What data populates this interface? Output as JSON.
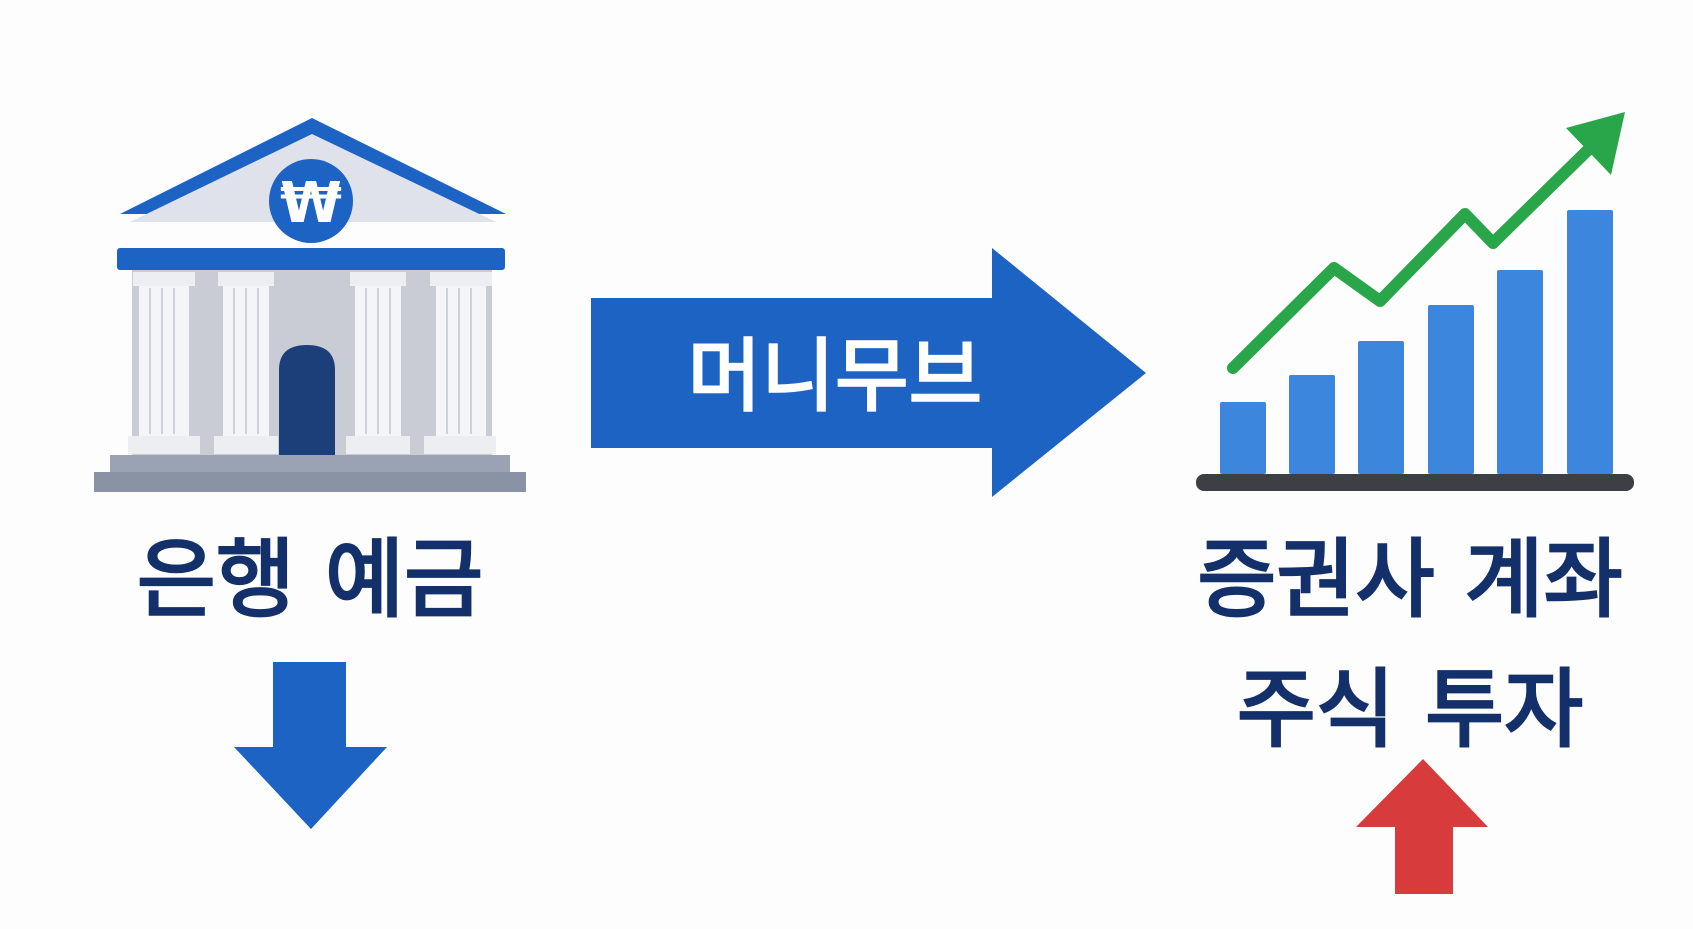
{
  "bank": {
    "caption": "은행 예금",
    "currency_symbol": "₩",
    "icon": "bank-building-icon"
  },
  "transfer": {
    "label": "머니무브",
    "icon": "right-arrow-icon"
  },
  "brokerage": {
    "caption_line1": "증권사 계좌",
    "caption_line2": "주식 투자",
    "icon": "rising-bar-chart-icon"
  },
  "colors": {
    "primary_blue": "#1c63c3",
    "bar_blue": "#3d86de",
    "trend_green": "#2aa64a",
    "up_red": "#d83b3b",
    "text_navy": "#14306a"
  }
}
